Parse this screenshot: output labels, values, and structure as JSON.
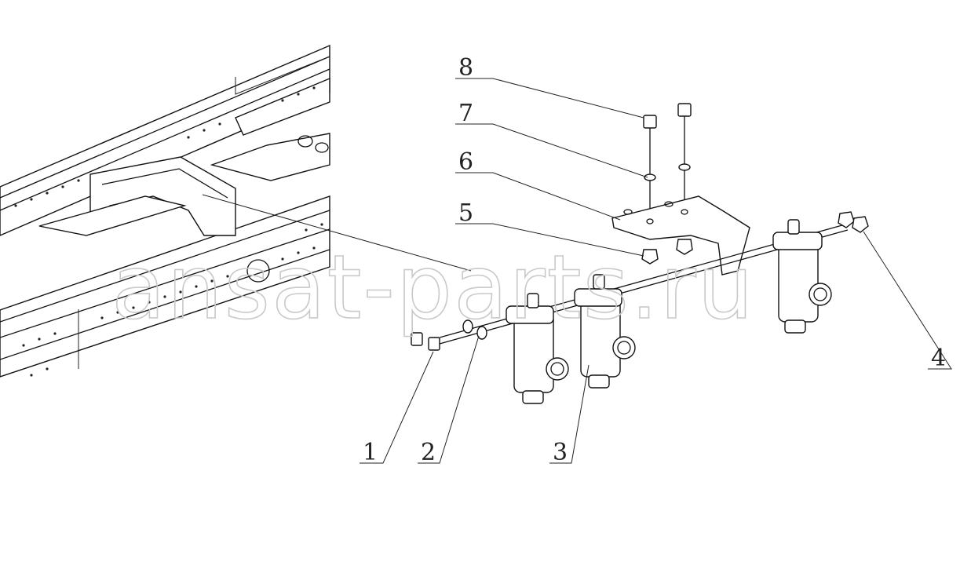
{
  "diagram": {
    "watermark": "ansat-parts.ru",
    "callouts": [
      "1",
      "2",
      "3",
      "4",
      "5",
      "6",
      "7",
      "8"
    ]
  },
  "colors": {
    "line": "#111111",
    "watermark": "#c9c9c9",
    "background": "#ffffff"
  }
}
